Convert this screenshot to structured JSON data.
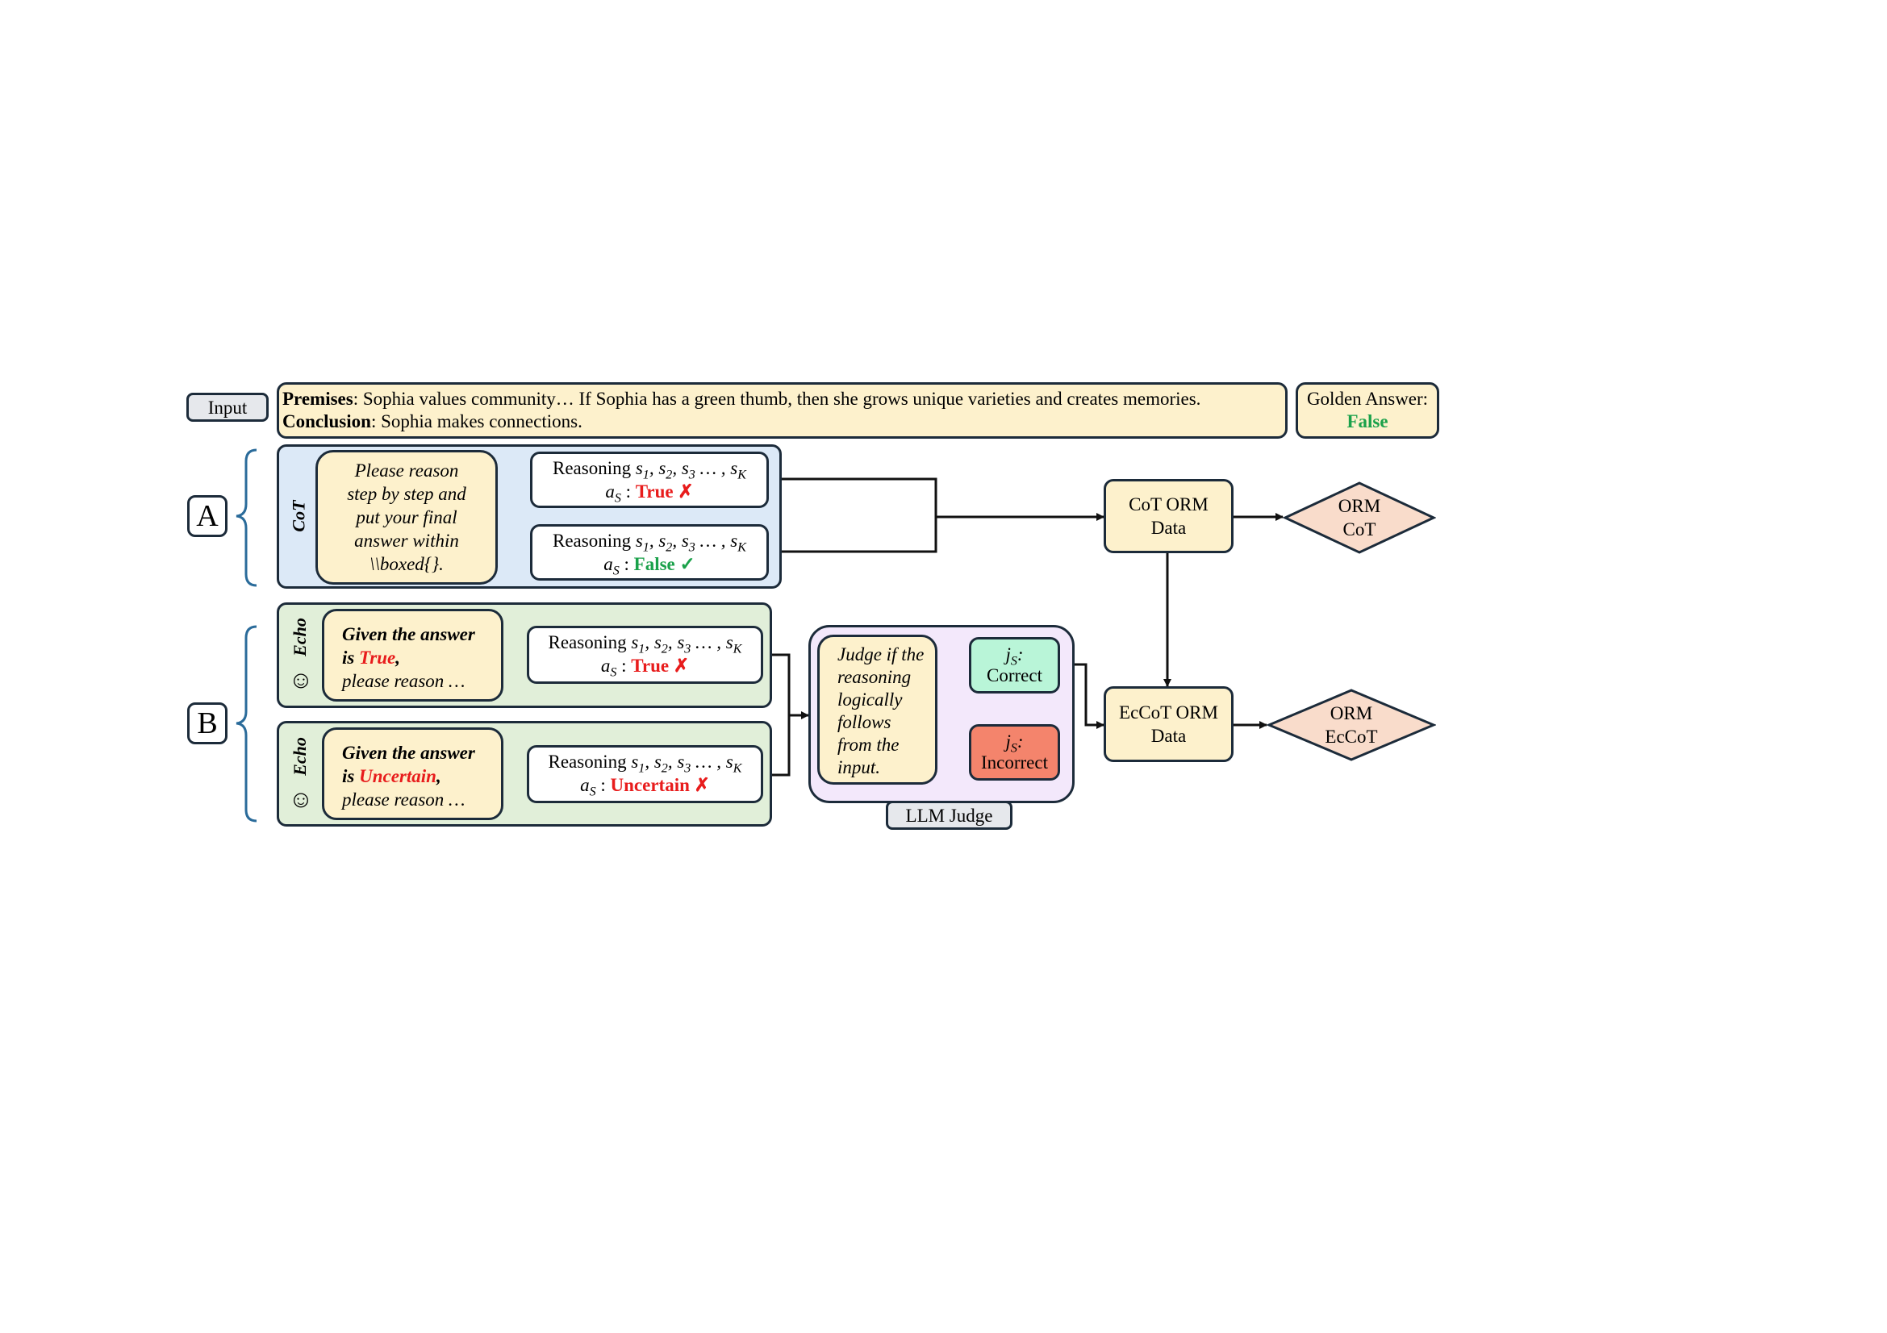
{
  "input_label": "Input",
  "premises": {
    "label": "Premises",
    "text": ": Sophia values community… If Sophia has a green thumb, then she grows unique varieties and creates memories."
  },
  "conclusion": {
    "label": "Conclusion",
    "text": ": Sophia makes connections."
  },
  "golden": {
    "label": "Golden Answer:",
    "value": "False"
  },
  "section_a": {
    "letter": "A",
    "tag": "CoT",
    "prompt": [
      "Please reason",
      "step by step and",
      "put your final",
      "answer within",
      "\\\\boxed{}."
    ],
    "outputs": [
      {
        "reasoning": "Reasoning",
        "answer": "True",
        "mark": "✗"
      },
      {
        "reasoning": "Reasoning",
        "answer": "False",
        "mark": "✓"
      }
    ]
  },
  "section_b": {
    "letter": "B",
    "rows": [
      {
        "tag": "Echo",
        "prompt_a": "Given the answer",
        "prompt_b": "is",
        "answer_word": "True",
        "comma": ",",
        "prompt_c": "please reason …",
        "reasoning": "Reasoning",
        "answer": "True",
        "mark": "✗"
      },
      {
        "tag": "Echo",
        "prompt_a": "Given the answer",
        "prompt_b": "is",
        "answer_word": "Uncertain",
        "comma": ",",
        "prompt_c": "please reason …",
        "reasoning": "Reasoning",
        "answer": "Uncertain",
        "mark": "✗"
      }
    ]
  },
  "judge": {
    "prompt": [
      "Judge if the",
      "reasoning",
      "logically",
      "follows",
      "from the",
      "input."
    ],
    "correct": "Correct",
    "incorrect": "Incorrect",
    "label": "LLM Judge"
  },
  "cot_orm_data": [
    "CoT ORM",
    "Data"
  ],
  "ecot_orm_data": [
    "EcCoT ORM",
    "Data"
  ],
  "orm_cot": [
    "ORM",
    "CoT"
  ],
  "orm_ecot": [
    "ORM",
    "EcCoT"
  ],
  "colors": {
    "cream": "#fdf1cc",
    "blue_panel": "#dce9f7",
    "green_panel": "#e1efd9",
    "purple_panel": "#f3e8fb",
    "correct": "#b9f5d8",
    "incorrect": "#f4846c",
    "diamond": "#f9dccb",
    "red": "#e81c1c",
    "green": "#1aa14a"
  }
}
